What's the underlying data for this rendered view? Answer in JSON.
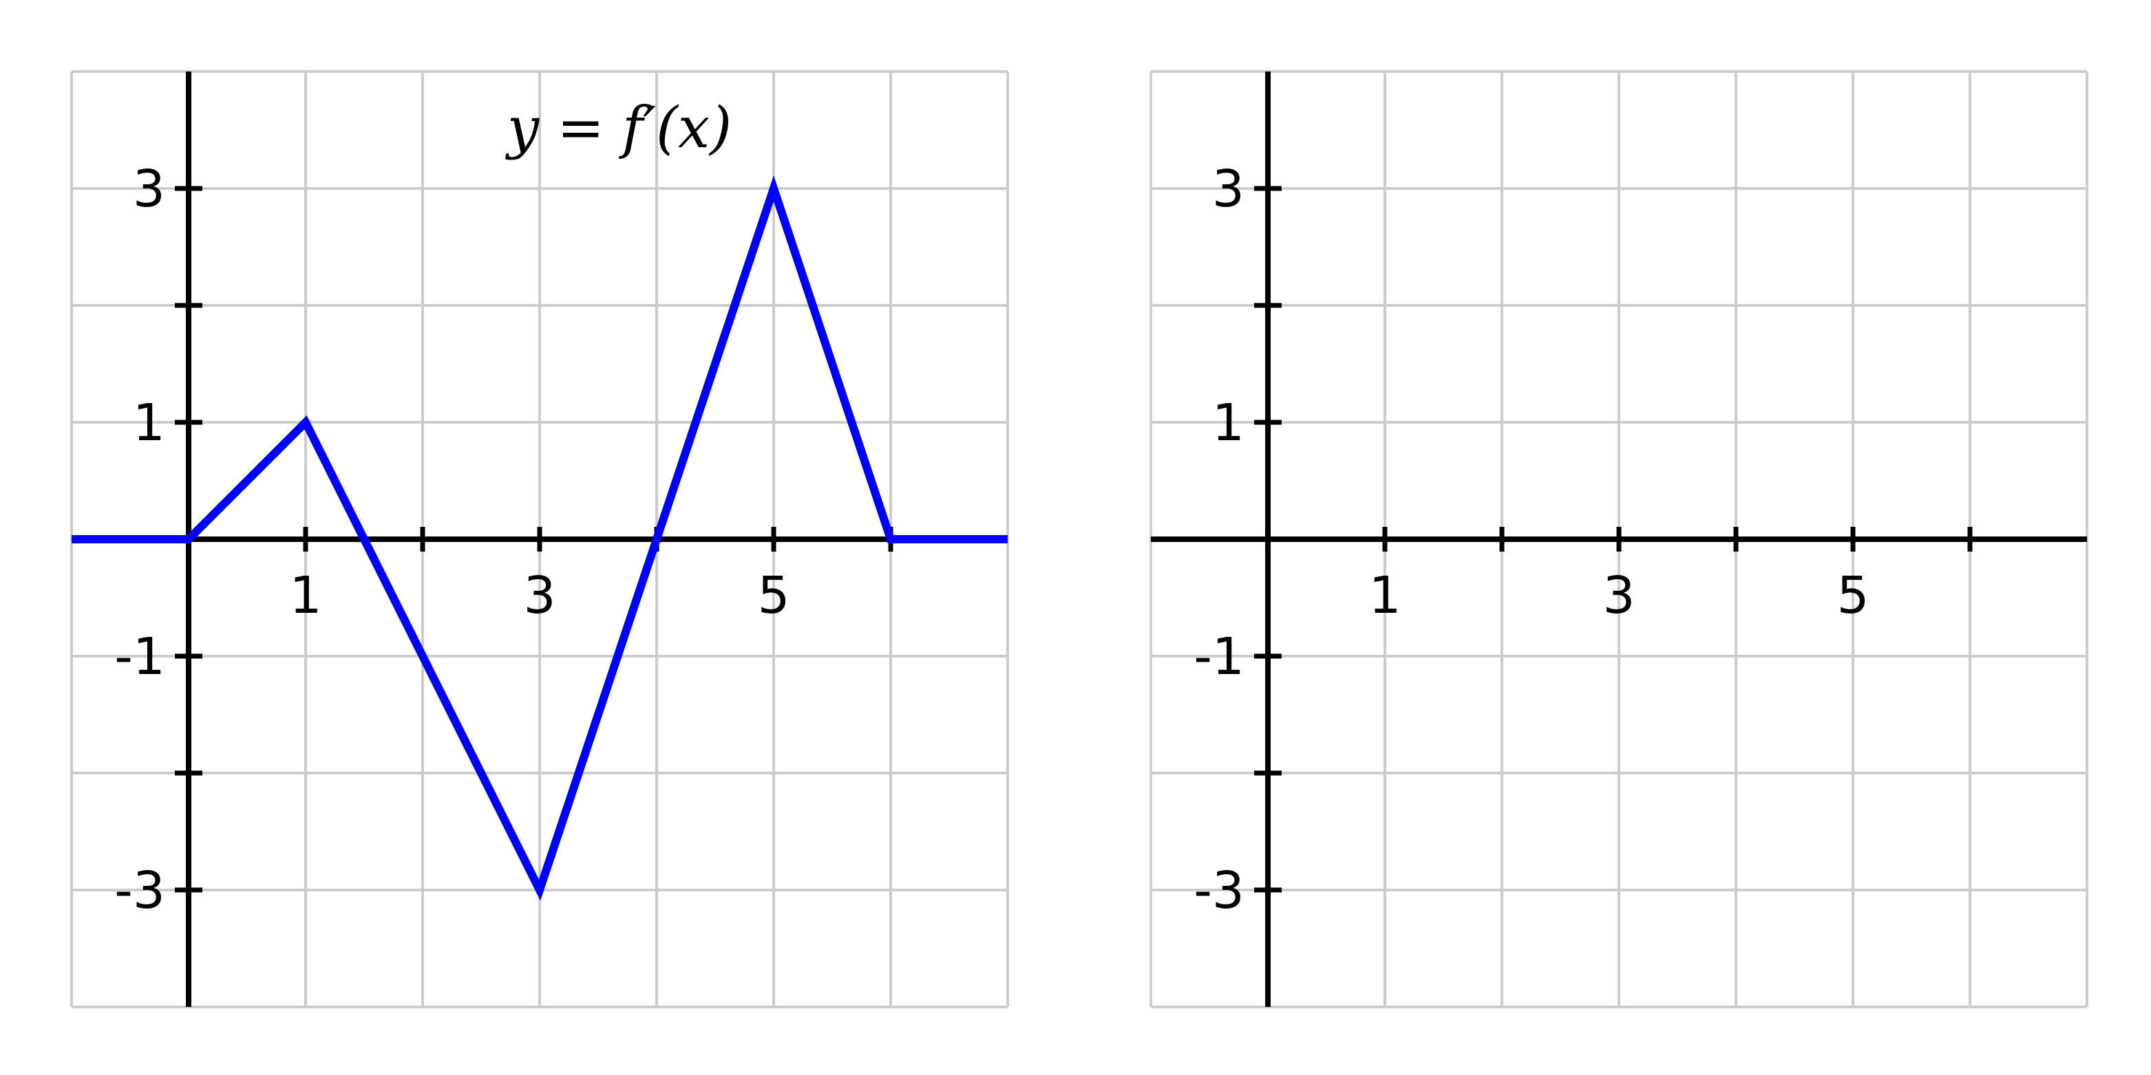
{
  "chart_data": [
    {
      "type": "line",
      "title": "y = f′(x)",
      "xlim": [
        -1,
        7
      ],
      "ylim": [
        -4,
        4
      ],
      "x_ticks": [
        1,
        2,
        3,
        4,
        5,
        6
      ],
      "x_tick_labels": [
        "1",
        "",
        "3",
        "",
        "5",
        ""
      ],
      "y_ticks": [
        3,
        2,
        1,
        -1,
        -2,
        -3
      ],
      "y_tick_labels": [
        "3",
        "",
        "1",
        "-1",
        "",
        "-3"
      ],
      "grid": true,
      "series": [
        {
          "x": [
            -1,
            0,
            1,
            3,
            5,
            6,
            7
          ],
          "y": [
            0,
            0,
            1,
            -3,
            3,
            0,
            0
          ],
          "color": "#0000ff"
        }
      ]
    },
    {
      "type": "line",
      "title": "",
      "xlim": [
        -1,
        7
      ],
      "ylim": [
        -4,
        4
      ],
      "x_ticks": [
        1,
        2,
        3,
        4,
        5,
        6
      ],
      "x_tick_labels": [
        "1",
        "",
        "3",
        "",
        "5",
        ""
      ],
      "y_ticks": [
        3,
        2,
        1,
        -1,
        -2,
        -3
      ],
      "y_tick_labels": [
        "3",
        "",
        "1",
        "-1",
        "",
        "-3"
      ],
      "grid": true,
      "series": []
    }
  ]
}
